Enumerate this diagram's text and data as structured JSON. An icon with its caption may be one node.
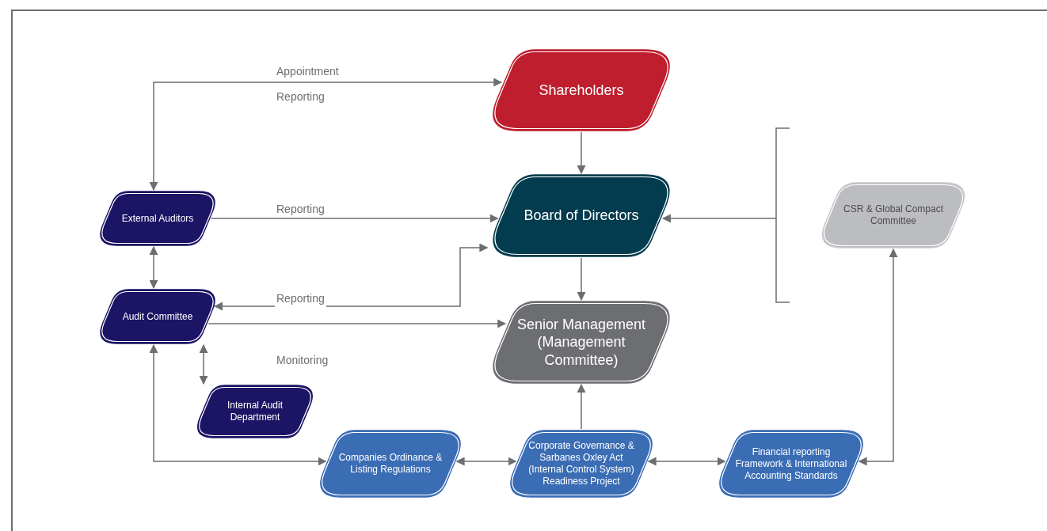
{
  "diagram": {
    "nodes": [
      {
        "text": [
          "Shareholders"
        ]
      },
      {
        "text": [
          "External Auditors"
        ]
      },
      {
        "text": [
          "Board of Directors"
        ]
      },
      {
        "text": [
          "CSR & Global Compact Committee"
        ]
      },
      {
        "text": [
          "Audit Committee"
        ]
      },
      {
        "text": [
          "Senior Management (Management Committee)"
        ]
      },
      {
        "text": [
          "Internal Audit Department"
        ]
      },
      {
        "text": [
          "Companies Ordinance & Listing Regulations"
        ]
      },
      {
        "text": [
          "Corporate Governance & Sarbanes Oxley Act (Internal Control System) Readiness Project"
        ]
      },
      {
        "text": [
          "Financial reporting Framework & International Accounting Standards"
        ]
      }
    ],
    "edges": [
      {
        "from": 1,
        "to": 0,
        "arrow": "both",
        "label": "Appointment"
      },
      {
        "from": 0,
        "to": 2,
        "arrow": "to"
      },
      {
        "from": 1,
        "to": 2,
        "arrow": "to",
        "label": "Reporting"
      },
      {
        "from": 1,
        "to": 4,
        "arrow": "both"
      },
      {
        "from": 4,
        "to": 2,
        "arrow": "both",
        "label": "Reporting"
      },
      {
        "from": 4,
        "to": 5,
        "arrow": "to"
      },
      {
        "from": 2,
        "to": 5,
        "arrow": "to"
      },
      {
        "from": 4,
        "to": 6,
        "arrow": "both"
      },
      {
        "from": 4,
        "to": 7,
        "arrow": "both"
      },
      {
        "from": 7,
        "to": 8,
        "arrow": "both"
      },
      {
        "from": 8,
        "to": 5,
        "arrow": "to"
      },
      {
        "from": 8,
        "to": 9,
        "arrow": "both"
      },
      {
        "from": 9,
        "to": 3,
        "arrow": "both"
      },
      {
        "from": 3,
        "to": 2,
        "arrow": "to"
      }
    ],
    "labels": [
      "Reporting",
      "Monitoring"
    ]
  }
}
